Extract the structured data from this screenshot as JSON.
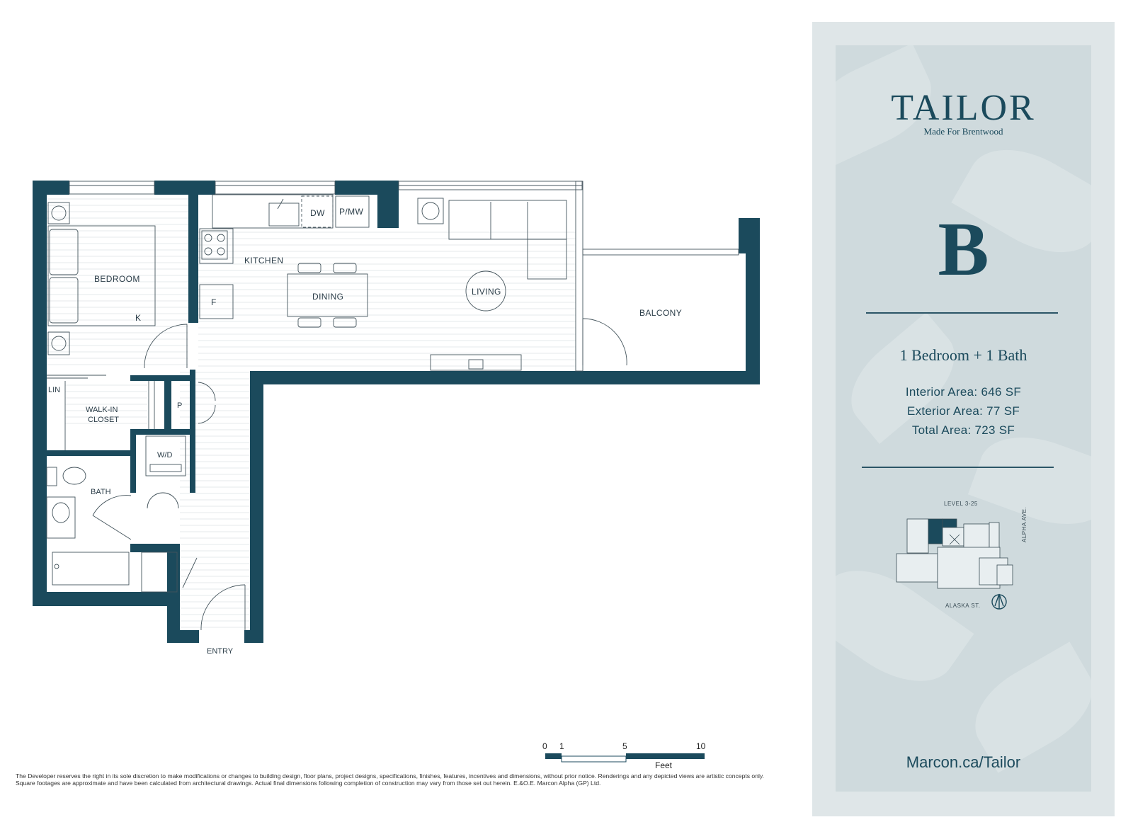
{
  "rooms": {
    "bedroom": "BEDROOM",
    "k": "K",
    "kitchen": "KITCHEN",
    "dw": "DW",
    "pmw": "P/MW",
    "f": "F",
    "dining": "DINING",
    "living": "LIVING",
    "balcony": "BALCONY",
    "lin": "LIN",
    "walkin_1": "WALK-IN",
    "walkin_2": "CLOSET",
    "p": "P",
    "wd": "W/D",
    "bath": "BATH",
    "entry": "ENTRY"
  },
  "scale": {
    "ticks": [
      "0",
      "1",
      "5",
      "10"
    ],
    "unit": "Feet"
  },
  "disclaimer": "The Developer reserves the right in its sole discretion to make modifications or changes to building design, floor plans, project designs, specifications, finishes, features, incentives and dimensions, without prior notice. Renderings and any depicted views are artistic concepts only. Square footages are approximate and have been calculated from architectural drawings. Actual final dimensions following completion of construction may vary from those set out herein. E.&O.E. Marcon Alpha (GP) Ltd.",
  "panel": {
    "brand": "TAILOR",
    "tagline": "Made For Brentwood",
    "unit": "B",
    "unit_type": "1 Bedroom + 1 Bath",
    "interior": "Interior Area: 646 SF",
    "exterior": "Exterior Area: 77 SF",
    "total": "Total Area:  723 SF",
    "level": "LEVEL 3-25",
    "street_east": "ALPHA AVE.",
    "street_south": "ALASKA ST.",
    "url": "Marcon.ca/Tailor"
  },
  "colors": {
    "wall": "#1b4a5c",
    "panel_bg": "#dfe6e8",
    "text": "#1b4a5c"
  }
}
